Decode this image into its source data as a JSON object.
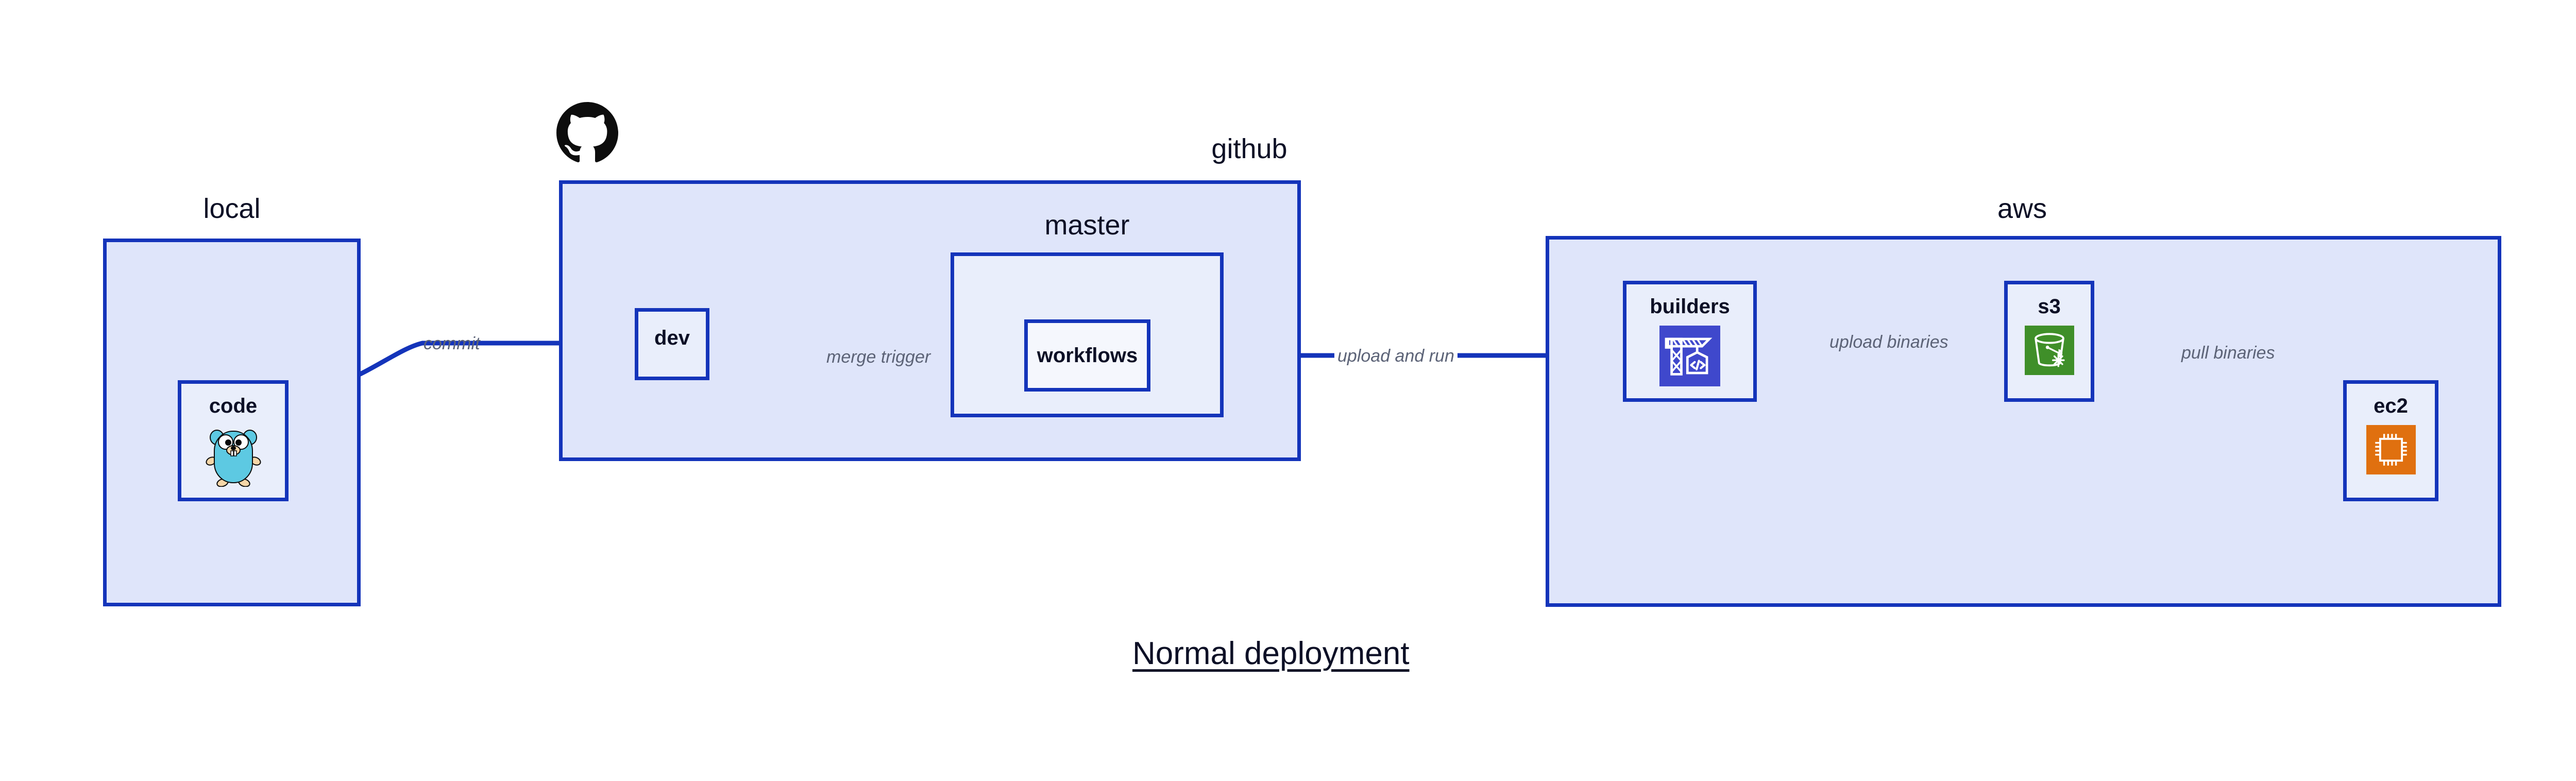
{
  "diagram": {
    "title": "Normal deployment",
    "background": "#ffffff",
    "accent_border": "#1434ba",
    "group_fill": "#dfe5fa",
    "node_fill": "#e9eefb",
    "label_color": "#0d1026",
    "edge_label_color": "#5c6377"
  },
  "groups": [
    {
      "id": "local",
      "label": "local"
    },
    {
      "id": "github",
      "label": "github"
    },
    {
      "id": "master",
      "label": "master"
    },
    {
      "id": "aws",
      "label": "aws"
    }
  ],
  "nodes": [
    {
      "id": "code",
      "label": "code",
      "icon": "go-gopher-icon",
      "icon_color": "#5dc9e2"
    },
    {
      "id": "dev",
      "label": "dev",
      "icon": "none",
      "icon_color": ""
    },
    {
      "id": "workflows",
      "label": "workflows",
      "icon": "none",
      "icon_color": ""
    },
    {
      "id": "builders",
      "label": "builders",
      "icon": "aws-codebuild-icon",
      "icon_color": "#3f48cc"
    },
    {
      "id": "s3",
      "label": "s3",
      "icon": "aws-s3-bucket-icon",
      "icon_color": "#3f8f29"
    },
    {
      "id": "ec2",
      "label": "ec2",
      "icon": "aws-ec2-chip-icon",
      "icon_color": "#e0700f"
    }
  ],
  "edges": [
    {
      "id": "commit",
      "from": "code",
      "to": "dev",
      "label": "commit"
    },
    {
      "id": "merge-trigger",
      "from": "dev",
      "to": "workflows",
      "label": "merge trigger"
    },
    {
      "id": "upload-and-run",
      "from": "workflows",
      "to": "builders",
      "label": "upload and run"
    },
    {
      "id": "upload-binaries",
      "from": "builders",
      "to": "s3",
      "label": "upload binaries"
    },
    {
      "id": "pull-binaries",
      "from": "s3",
      "to": "ec2",
      "label": "pull binaries"
    }
  ],
  "branding": {
    "github_mark": "github-octocat-icon",
    "github_mark_color": "#0d0d0d"
  }
}
